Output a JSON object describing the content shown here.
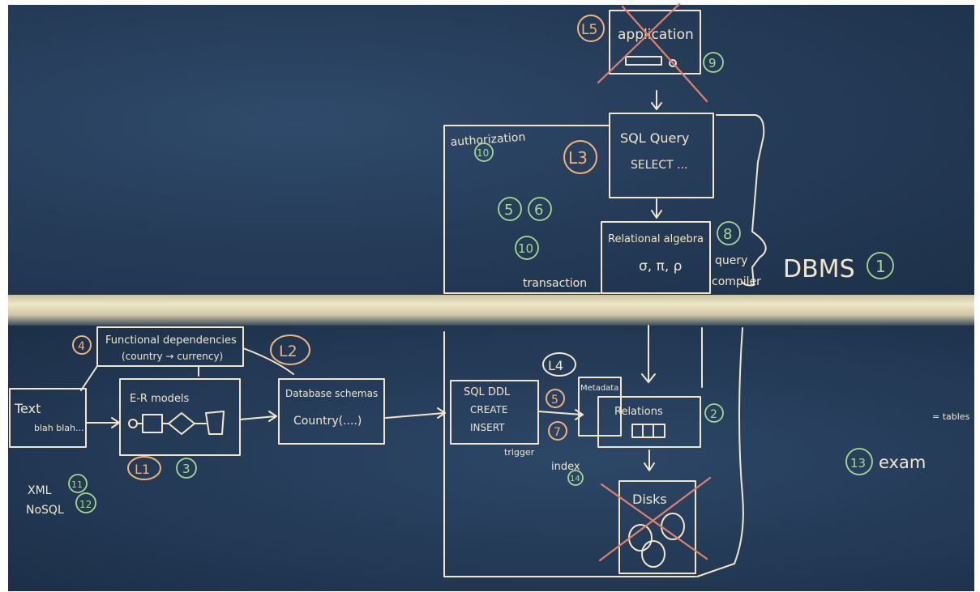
{
  "top": {
    "application": "application",
    "sql_query": "SQL Query",
    "select": "SELECT ...",
    "relational_algebra": "Relational algebra",
    "ops": "σ, π, ρ",
    "authorization": "authorization",
    "transaction": "transaction",
    "query_compiler_1": "query",
    "query_compiler_2": "compiler",
    "dbms": "DBMS",
    "L5": "L5",
    "L3": "L3",
    "n9": "9",
    "n10a": "10",
    "n5": "5",
    "n6": "6",
    "n10b": "10",
    "n8": "8",
    "n1": "1"
  },
  "bottom": {
    "functional_dependencies": "Functional dependencies",
    "fd_example": "(country → currency)",
    "L2": "L2",
    "n4": "4",
    "text_box": "Text",
    "text_sub": "blah blah...",
    "er_models": "E-R models",
    "L1": "L1",
    "n3": "3",
    "schemas": "Database schemas",
    "schema_example": "Country(....)",
    "xml": "XML",
    "n11": "11",
    "nosql": "NoSQL",
    "n12": "12",
    "sql_ddl": "SQL DDL",
    "create": "CREATE",
    "insert": "INSERT",
    "trigger": "trigger",
    "L4": "L4",
    "n5": "5",
    "n7": "7",
    "index": "index",
    "n14": "14",
    "metadata": "Metadata",
    "relations": "Relations",
    "n2": "2",
    "disks": "Disks",
    "tables": "= tables",
    "n13": "13",
    "exam": "exam"
  }
}
